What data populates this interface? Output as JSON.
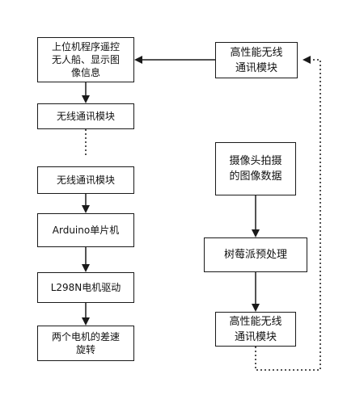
{
  "nodes": {
    "upper_pc": "上位机程序遥控\n无人船、显示图\n像信息",
    "wireless_left_top": "无线通讯模块",
    "wireless_left_bottom": "无线通讯模块",
    "arduino": "Arduino单片机",
    "l298n": "L298N电机驱动",
    "motors": "两个电机的差速\n旋转",
    "wireless_right_top": "高性能无线\n通讯模块",
    "camera": "摄像头拍摄\n的图像数据",
    "raspberry": "树莓派预处理",
    "wireless_right_bottom": "高性能无线\n通讯模块"
  },
  "colors": {
    "line": "#1a1a1a",
    "box_border": "#1a1a1a",
    "background": "#ffffff"
  }
}
